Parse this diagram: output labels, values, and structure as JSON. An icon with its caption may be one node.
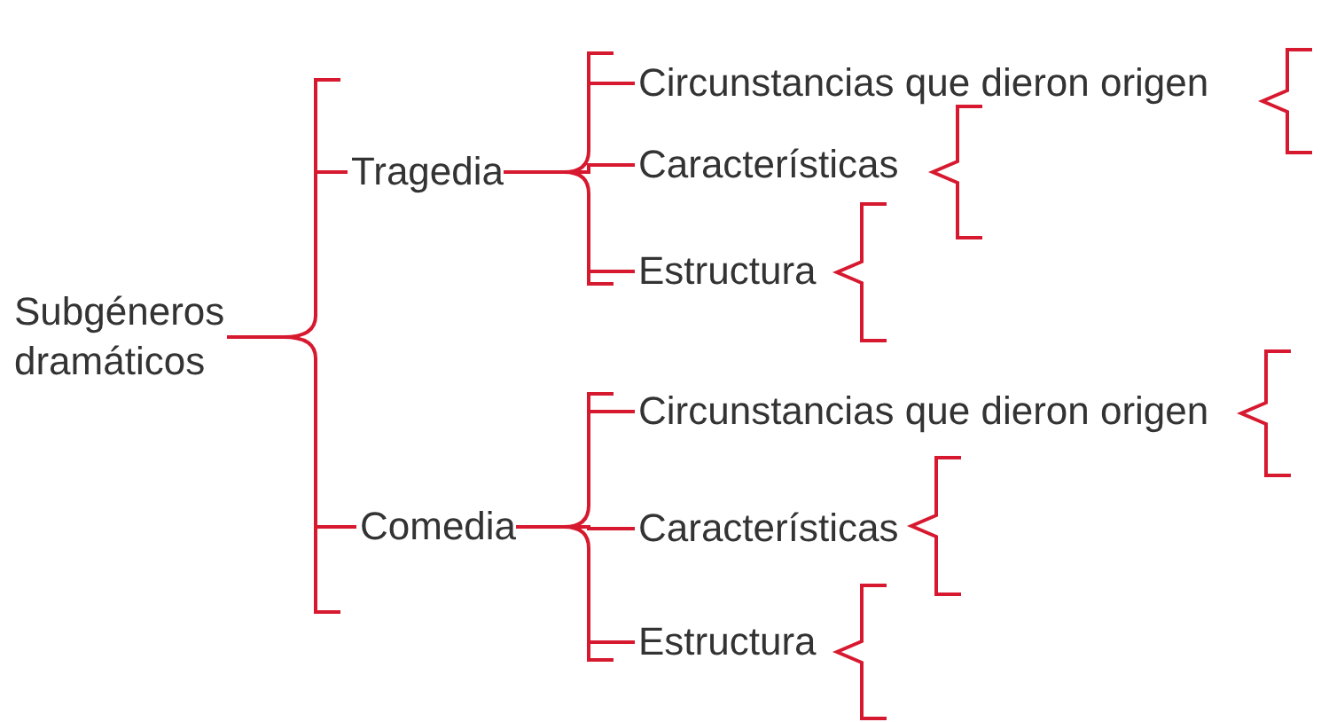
{
  "diagram": {
    "nodes": [
      {
        "text": [
          "Subgéneros dramáticos"
        ]
      },
      {
        "text": [
          "Tragedia"
        ]
      },
      {
        "text": [
          "Circunstancias que dieron origen"
        ]
      },
      {
        "text": [
          "Características"
        ]
      },
      {
        "text": [
          "Estructura"
        ]
      },
      {
        "text": [
          "Comedia"
        ]
      },
      {
        "text": [
          "Circunstancias que dieron origen"
        ]
      },
      {
        "text": [
          "Características"
        ]
      },
      {
        "text": [
          "Estructura"
        ]
      }
    ],
    "edges": [
      {
        "from": 0,
        "to": 1,
        "arrow": "none"
      },
      {
        "from": 0,
        "to": 5,
        "arrow": "none"
      },
      {
        "from": 1,
        "to": 2,
        "arrow": "none"
      },
      {
        "from": 1,
        "to": 3,
        "arrow": "none"
      },
      {
        "from": 1,
        "to": 4,
        "arrow": "none"
      },
      {
        "from": 5,
        "to": 6,
        "arrow": "none"
      },
      {
        "from": 5,
        "to": 7,
        "arrow": "none"
      },
      {
        "from": 5,
        "to": 8,
        "arrow": "none"
      }
    ]
  }
}
